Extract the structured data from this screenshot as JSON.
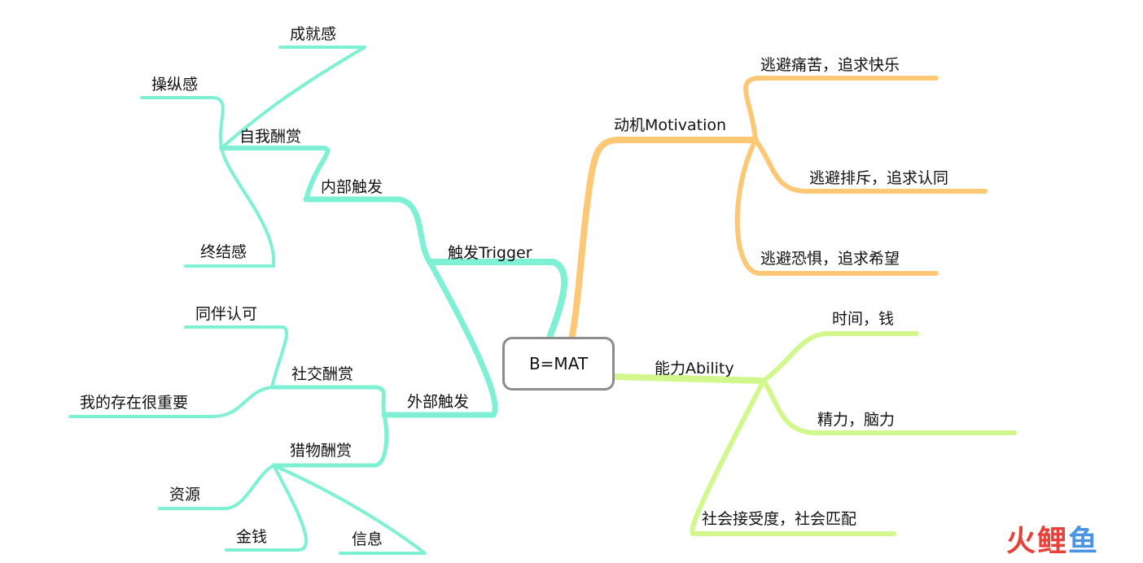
{
  "center": {
    "label": "B=MAT"
  },
  "colors": {
    "trigger": "#7ef0d3",
    "motivation": "#fcc876",
    "ability": "#d2f78d",
    "center_border": "#8c8c8c"
  },
  "trigger": {
    "label": "触发Trigger",
    "internal": {
      "label": "内部触发",
      "self_reward": {
        "label": "自我酬赏",
        "items": [
          "成就感",
          "操纵感",
          "终结感"
        ]
      }
    },
    "external": {
      "label": "外部触发",
      "social_reward": {
        "label": "社交酬赏",
        "items": [
          "同伴认可",
          "我的存在很重要"
        ]
      },
      "hunt_reward": {
        "label": "猎物酬赏",
        "items": [
          "资源",
          "金钱",
          "信息"
        ]
      }
    }
  },
  "motivation": {
    "label": "动机Motivation",
    "items": [
      "逃避痛苦，追求快乐",
      "逃避排斥，追求认同",
      "逃避恐惧，追求希望"
    ]
  },
  "ability": {
    "label": "能力Ability",
    "items": [
      "时间，钱",
      "精力，脑力",
      "社会接受度，社会匹配"
    ]
  },
  "watermark": {
    "chars": [
      "火",
      "鲤",
      "鱼"
    ],
    "colors": [
      "#e8413a",
      "#e8413a",
      "#4b94e3"
    ]
  }
}
